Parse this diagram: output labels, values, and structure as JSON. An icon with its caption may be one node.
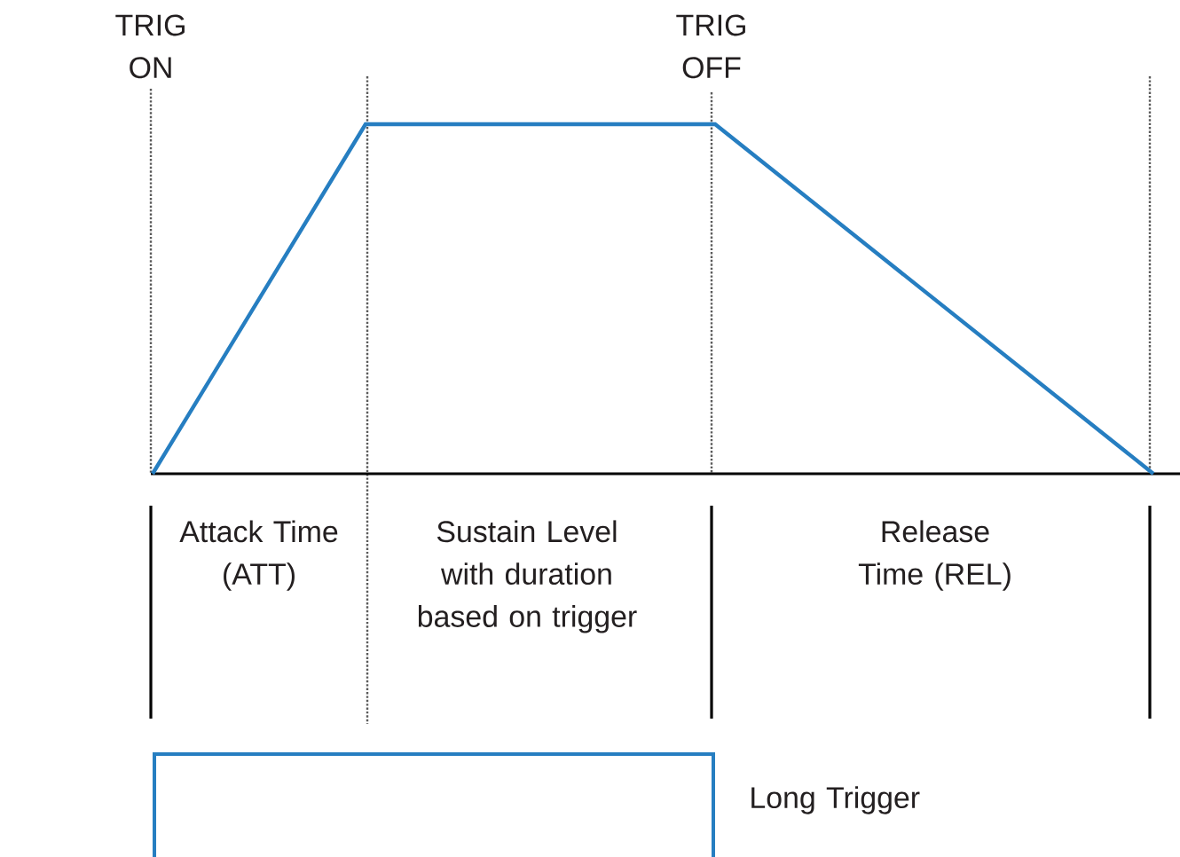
{
  "diagram": {
    "labels": [
      "TRIG ON",
      "TRIG OFF",
      "Attack Time (ATT)",
      "Sustain Level with duration based on trigger",
      "Release Time (REL)",
      "Long Trigger"
    ]
  }
}
